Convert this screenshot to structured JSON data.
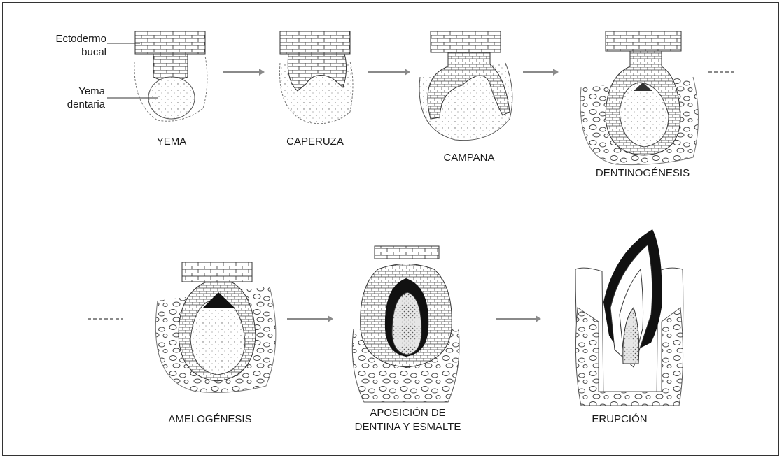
{
  "annotations": {
    "ectodermo": "Ectodermo\nbucal",
    "yema": "Yema\ndentaria"
  },
  "stages": [
    {
      "label": "YEMA"
    },
    {
      "label": "CAPERUZA"
    },
    {
      "label": "CAMPANA"
    },
    {
      "label": "DENTINOGÉNESIS"
    },
    {
      "label": "AMELOGÉNESIS"
    },
    {
      "label": "APOSICIÓN DE\nDENTINA Y ESMALTE"
    },
    {
      "label": "ERUPCIÓN"
    }
  ],
  "colors": {
    "arrow": "#8a8a8a",
    "line": "#333333",
    "enamel": "#111111"
  }
}
